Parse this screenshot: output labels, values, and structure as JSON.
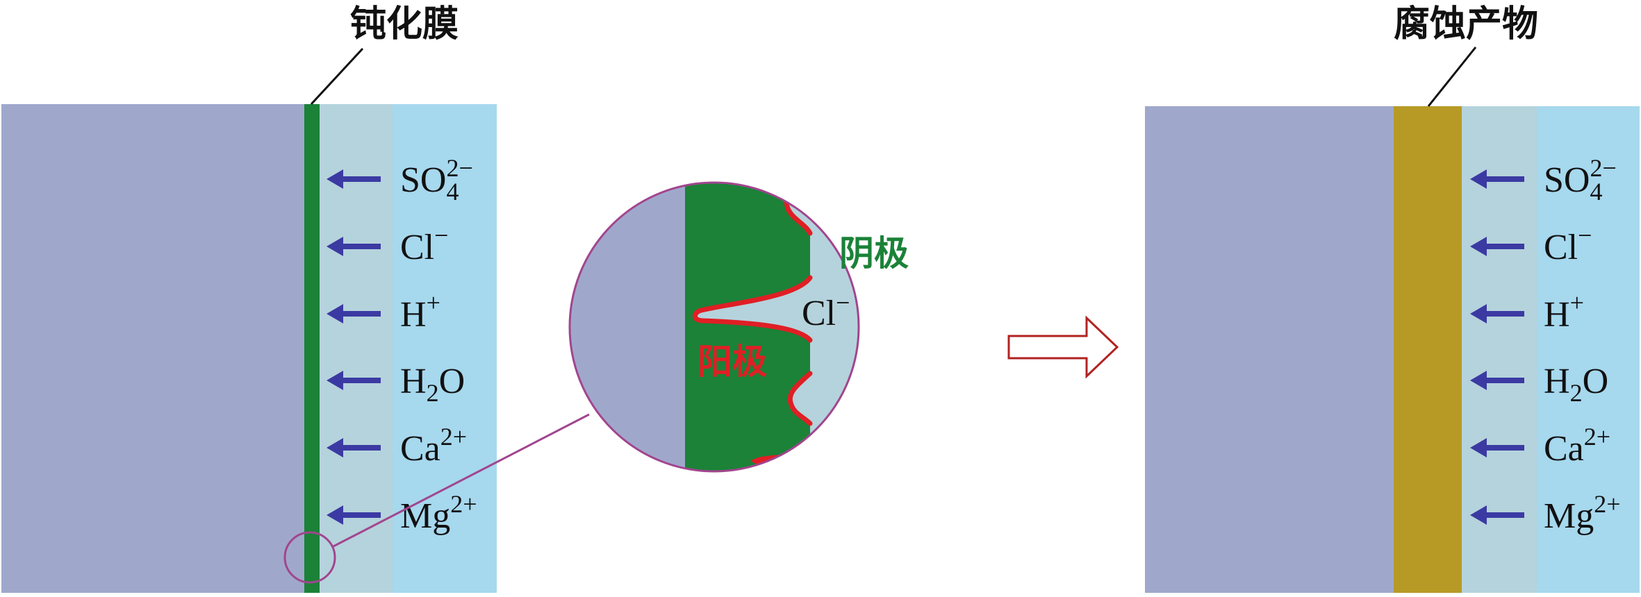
{
  "labels": {
    "passive_film": "钝化膜",
    "corrosion_product": "腐蚀产物",
    "cathode": "阴极",
    "anode": "阳极",
    "pit_ion": {
      "base": "Cl",
      "sup": "−"
    }
  },
  "ions": [
    {
      "base": "SO",
      "sub": "4",
      "sup": "2−"
    },
    {
      "base": "Cl",
      "sub": "",
      "sup": "−"
    },
    {
      "base": "H",
      "sub": "",
      "sup": "+"
    },
    {
      "base": "H",
      "sub": "2",
      "sup": "",
      "tail": "O"
    },
    {
      "base": "Ca",
      "sub": "",
      "sup": "2+"
    },
    {
      "base": "Mg",
      "sub": "",
      "sup": "2+"
    }
  ],
  "colors": {
    "metal": "#9fa8cb",
    "passive_film": "#1b8238",
    "corrosion_product": "#b79a26",
    "pore_solution": "#b5d3dc",
    "water": "#a6d8ee",
    "arrow": "#3b3aa3",
    "pit_edge": "#e01f25",
    "cathode_text": "#1b8238",
    "anode_text": "#e01f25",
    "magnifier": "#a2458f",
    "transition_arrow": "#b22222"
  }
}
